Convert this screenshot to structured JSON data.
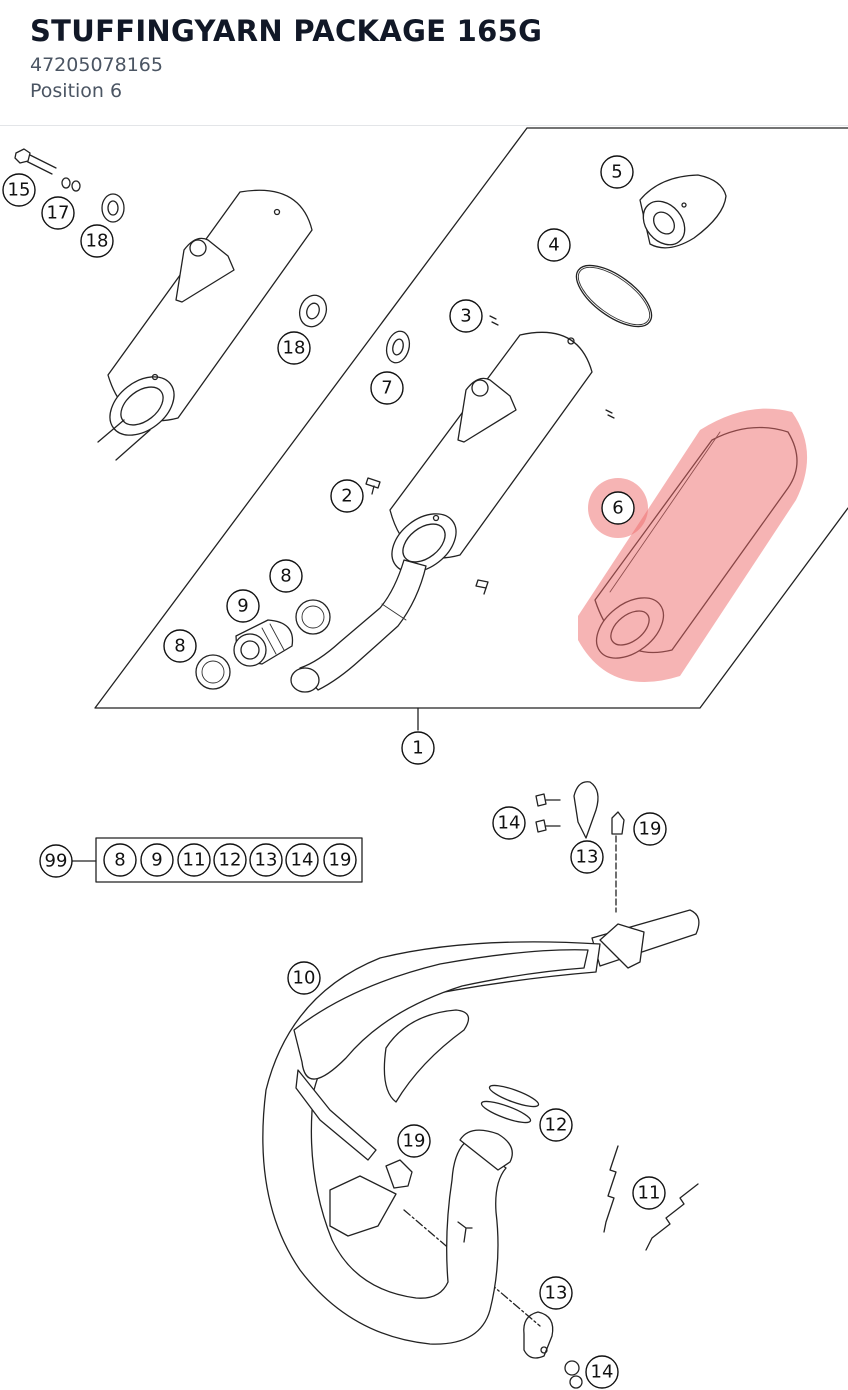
{
  "header": {
    "title": "STUFFINGYARN PACKAGE 165G",
    "part_number": "47205078165",
    "position": "Position 6"
  },
  "diagram": {
    "highlighted_callout": "6",
    "highlight_color": "#ee6a6a",
    "kit_callout": "99",
    "kit_items": [
      "8",
      "9",
      "11",
      "12",
      "13",
      "14",
      "19"
    ]
  }
}
